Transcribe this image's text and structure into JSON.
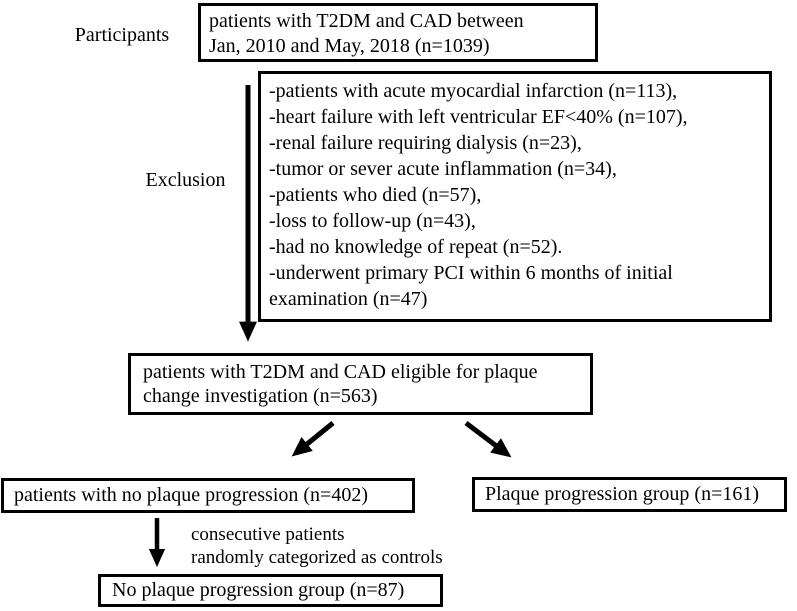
{
  "colors": {
    "foreground": "#000000",
    "background": "#ffffff"
  },
  "flowchart": {
    "participants_label": "Participants",
    "exclusion_label": "Exclusion",
    "participants_box": {
      "lines": [
        "patients with T2DM and CAD between",
        "Jan, 2010 and May, 2018 (n=1039)"
      ]
    },
    "exclusion_box": {
      "items": [
        "-patients with acute myocardial infarction (n=113),",
        "-heart failure with left ventricular EF<40% (n=107),",
        "-renal failure requiring dialysis (n=23),",
        "-tumor or sever acute inflammation (n=34),",
        "-patients who died (n=57),",
        "-loss to follow-up (n=43),",
        "-had no knowledge of repeat (n=52).",
        "-underwent primary PCI within 6 months of initial examination (n=47)"
      ]
    },
    "eligible_box": {
      "lines": [
        "patients with T2DM and CAD eligible for plaque",
        "change investigation (n=563)"
      ]
    },
    "no_progression_box": {
      "text": "patients with no plaque progression (n=402)"
    },
    "progression_group_box": {
      "text": "Plaque progression group (n=161)"
    },
    "randomization_note": {
      "lines": [
        "consecutive patients",
        "randomly categorized as controls"
      ]
    },
    "control_group_box": {
      "text": "No plaque progression group (n=87)"
    }
  }
}
